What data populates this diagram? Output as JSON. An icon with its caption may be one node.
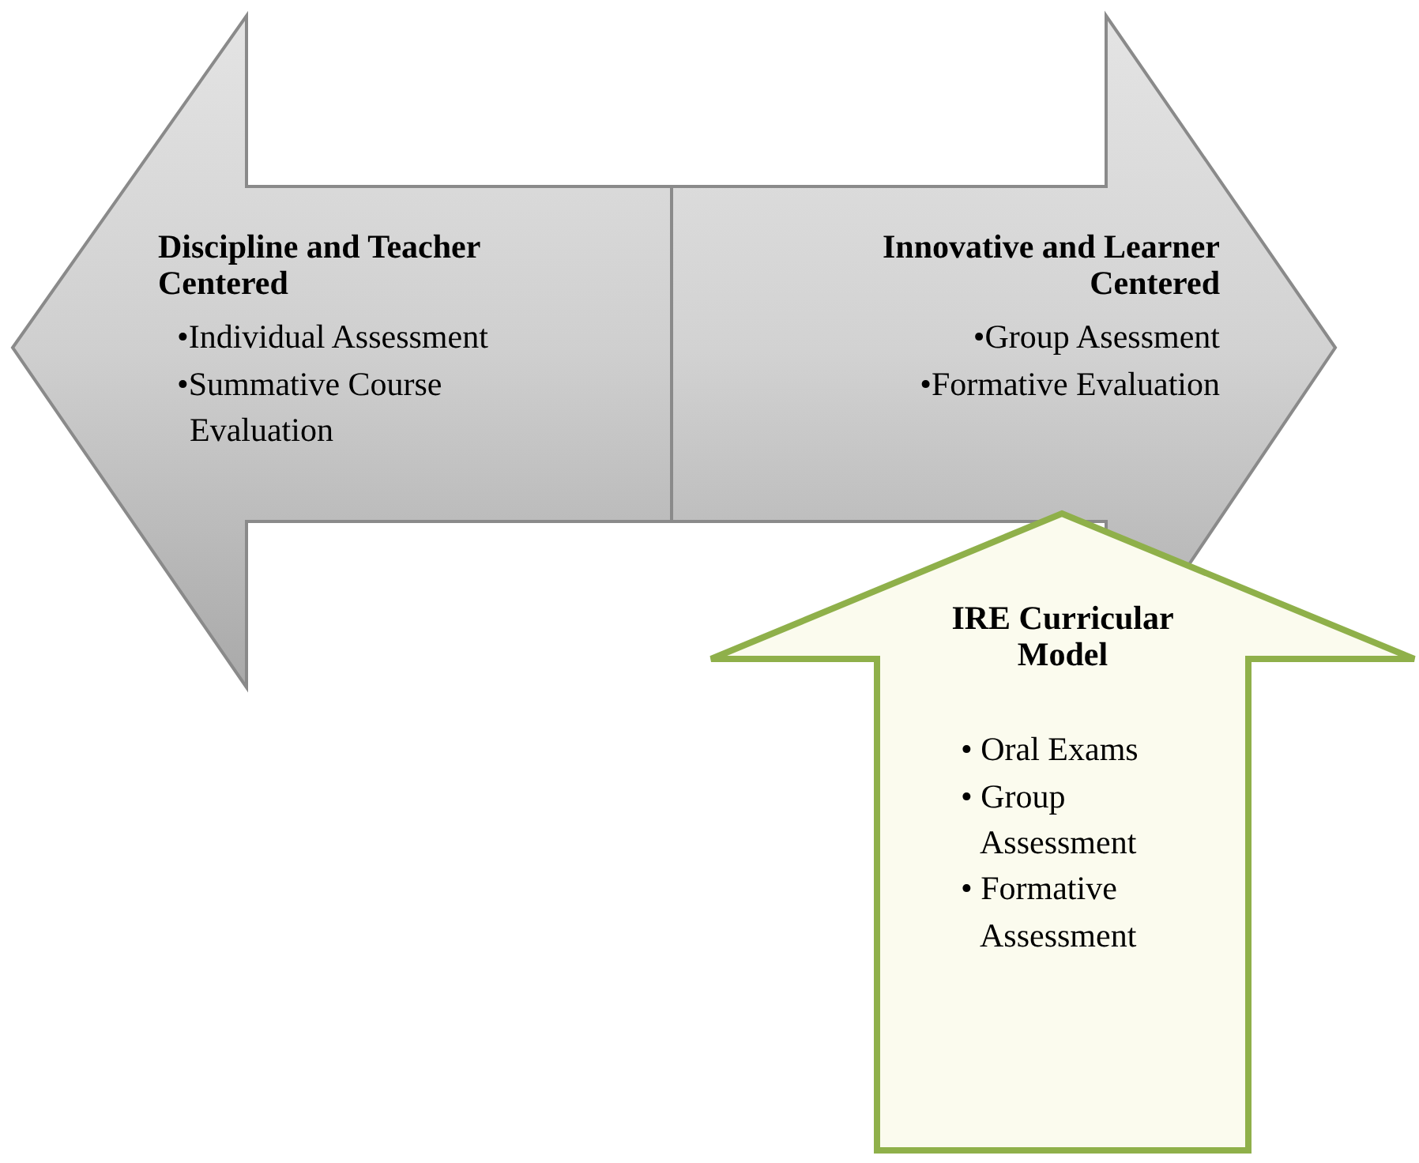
{
  "diagram": {
    "nodes": [
      {
        "text": [
          "Discipline and Teacher Centered",
          "•Individual Assessment",
          "•Summative Course Evaluation"
        ]
      },
      {
        "text": [
          "Innovative and Learner Centered",
          "•Group Asessment",
          "•Formative Evaluation"
        ]
      },
      {
        "text": [
          "IRE Curricular Model",
          "• Oral Exams",
          "• Group Assessment",
          "• Formative Assessment"
        ]
      }
    ]
  }
}
